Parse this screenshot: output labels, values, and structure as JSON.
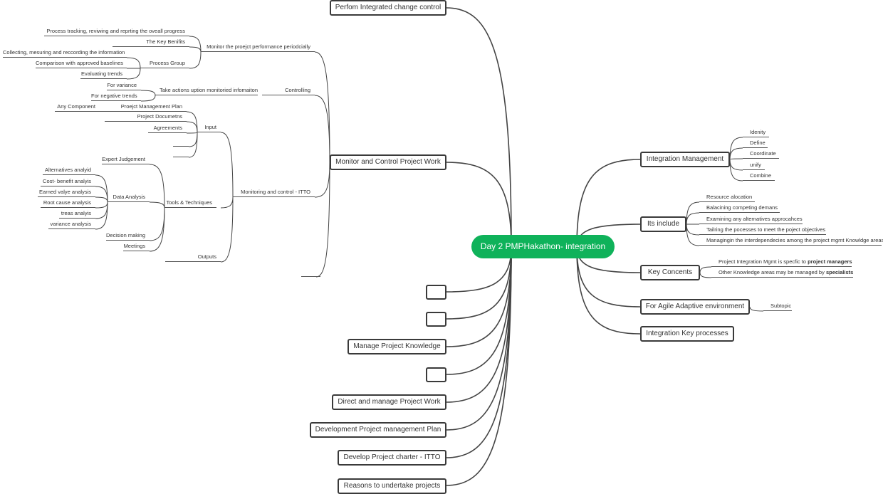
{
  "central": "Day 2 PMPHakathon- integration",
  "left_topics": {
    "change_control": "Perfom Integrated change control",
    "monitor_control": "Monitor and Control Project Work",
    "empty1": "",
    "empty2": "",
    "knowledge": "Manage Project Knowledge",
    "empty3": "",
    "direct": "Direct and manage Project Work",
    "dev_plan": "Development Project management Plan",
    "charter": "Develop Project charter - ITTO",
    "reasons": "Reasons to undertake projects"
  },
  "monitor": {
    "periodic": "Monitor the proejct performance periodcially",
    "tracking": "Process tracking, reviwing and reprting the oveall progress",
    "benefits": "The Key Benifits",
    "process_group": "Process Group",
    "collecting": "Collecting, mesuring and reccording the information",
    "comparison": "Comparison with approved baselines",
    "evaluating": "Evaluating trends",
    "controlling": "Controlling",
    "take_actions": "Take actions uption monitoried infomaiton",
    "for_variance": "For variance",
    "for_negative": "For negative trends",
    "itto": "Monitoring and control - ITTO",
    "input": "Input",
    "pmp": "Proejct Management Plan",
    "any_component": "Any Component",
    "documents": "Project Documetns",
    "agreements": "Agreements",
    "tools": "Tools & Techniques",
    "expert": "Expert Judgement",
    "data_analysis": "Data Analysis",
    "alternatives": "Alternatives analyid",
    "cost": "Cost- benefit analyis",
    "earned": "Earned valye analysis",
    "root": "Root cause analysis",
    "treas": "treas analyis",
    "variance": "variance analysis",
    "decision": "Decision making",
    "meetings": "Meetings",
    "outputs": "Outputs"
  },
  "right_topics": {
    "integration_mgmt": {
      "label": "Integration Management",
      "children": [
        "Idenity",
        "Define",
        "Coordinate",
        "unify",
        "Combine"
      ]
    },
    "its_include": {
      "label": "Its include",
      "children": [
        "Resource alocation",
        "Balacining competing demans",
        "Examining any alternatives approcahces",
        "Tailring the pocesses to meet the poject objectives",
        "Managingin the interdependecies among the project mgmt Knowldge areas"
      ]
    },
    "key_concents": {
      "label": "Key Concents",
      "c1": "Project Integration Mgmt is specfic to ",
      "c1b": "project managers",
      "c2": "Other Knowledge areas may be managed by ",
      "c2b": "specialists"
    },
    "agile": {
      "label": "For Agile Adaptive environment",
      "children": [
        "Subtopic"
      ]
    },
    "key_processes": {
      "label": "Integration Key processes"
    }
  },
  "colors": {
    "central": "#0fb25a",
    "lines": "#444444"
  }
}
